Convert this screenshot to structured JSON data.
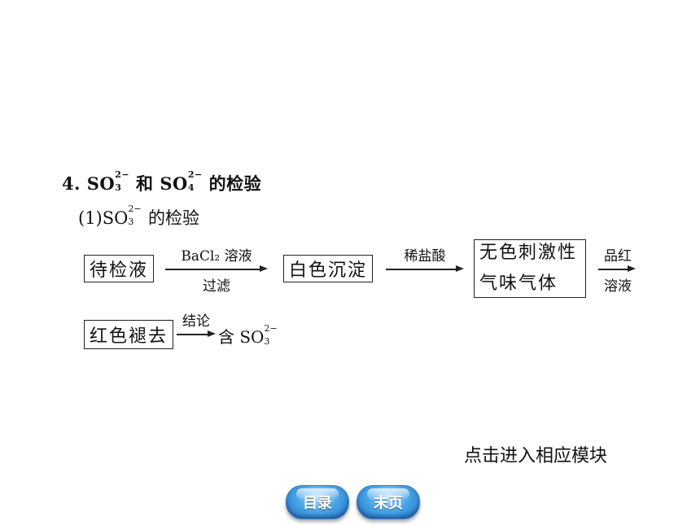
{
  "heading": {
    "number": "4.",
    "ion1_base": "SO",
    "ion1_sub": "3",
    "ion1_sup": "2−",
    "connector": "和",
    "ion2_base": "SO",
    "ion2_sub": "4",
    "ion2_sup": "2−",
    "suffix": "的检验"
  },
  "subheading": {
    "index": "(1)",
    "ion_base": "SO",
    "ion_sub": "3",
    "ion_sup": "2−",
    "suffix": "的检验"
  },
  "flow": {
    "box1": "待检液",
    "arrow1_top": "BaCl₂ 溶液",
    "arrow1_bottom": "过滤",
    "box2": "白色沉淀",
    "arrow2_top": "稀盐酸",
    "box3_line1": "无色刺激性",
    "box3_line2": "气味气体",
    "arrow3_top": "品红",
    "arrow3_bottom": "溶液",
    "box4": "红色褪去",
    "arrow4_top": "结论",
    "result_prefix": "含",
    "result_ion_base": "SO",
    "result_ion_sub": "3",
    "result_ion_sup": "2−"
  },
  "prompt": "点击进入相应模块",
  "nav": {
    "toc_label": "目录",
    "last_label": "末页"
  }
}
